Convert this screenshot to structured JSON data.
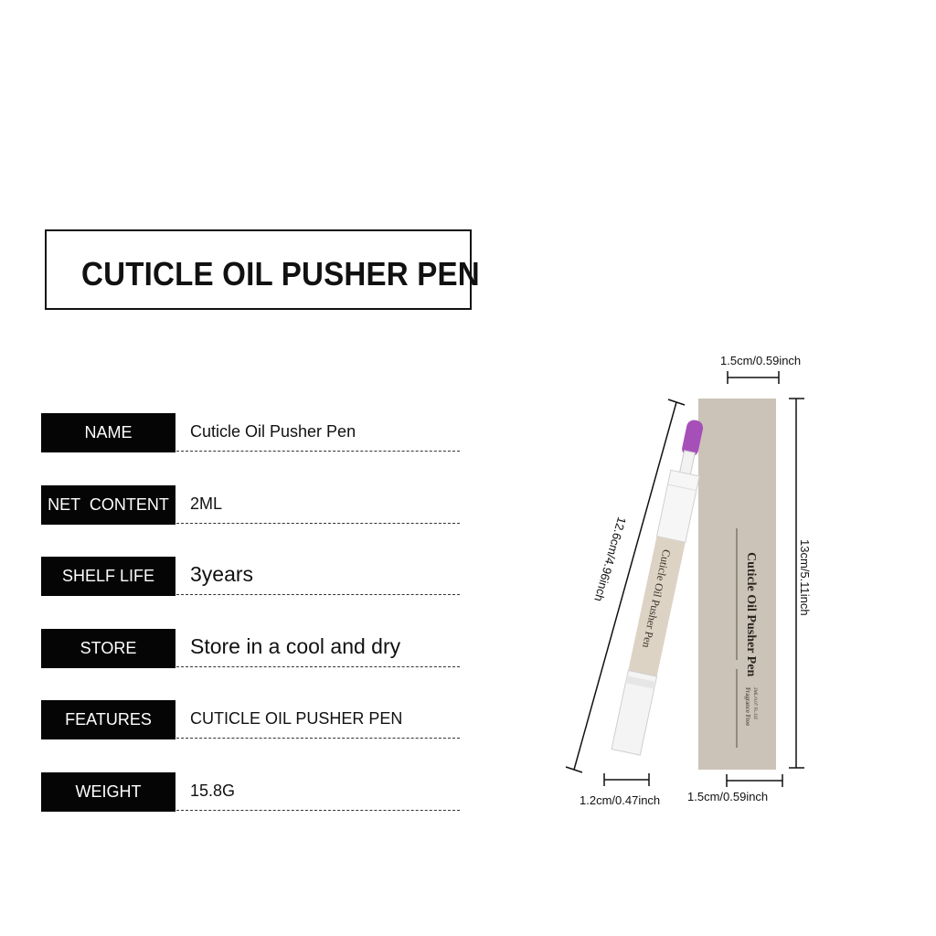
{
  "title": "CUTICLE OIL PUSHER PEN",
  "specs": [
    {
      "label": "NAME",
      "value": "Cuticle Oil Pusher Pen"
    },
    {
      "label": "NET  CONTENT",
      "value": "2ML"
    },
    {
      "label": "SHELF LIFE",
      "value": "3years"
    },
    {
      "label": "STORE",
      "value": "Store in a cool and dry"
    },
    {
      "label": "FEATURES",
      "value": "CUTICLE OIL PUSHER PEN"
    },
    {
      "label": "WEIGHT",
      "value": "15.8G"
    }
  ],
  "product": {
    "pen_label": "Cuticle Oil Pusher Pen",
    "box_label": "Cuticle Oil Pusher Pen",
    "box_small_1": "Fragrance Free",
    "box_small_2": "2ML/0.07 FL.OZ"
  },
  "dimensions": {
    "box_width_top": "1.5cm/0.59inch",
    "box_height": "13cm/5.11inch",
    "pen_length": "12.6cm/4.96inch",
    "pen_width": "1.2cm/0.47inch",
    "box_width_bottom": "1.5cm/0.59inch"
  },
  "colors": {
    "label_bg": "#050505",
    "box": "#cbc3b8",
    "pen_band": "#ddd3c5",
    "tip": "#a64fb8"
  }
}
